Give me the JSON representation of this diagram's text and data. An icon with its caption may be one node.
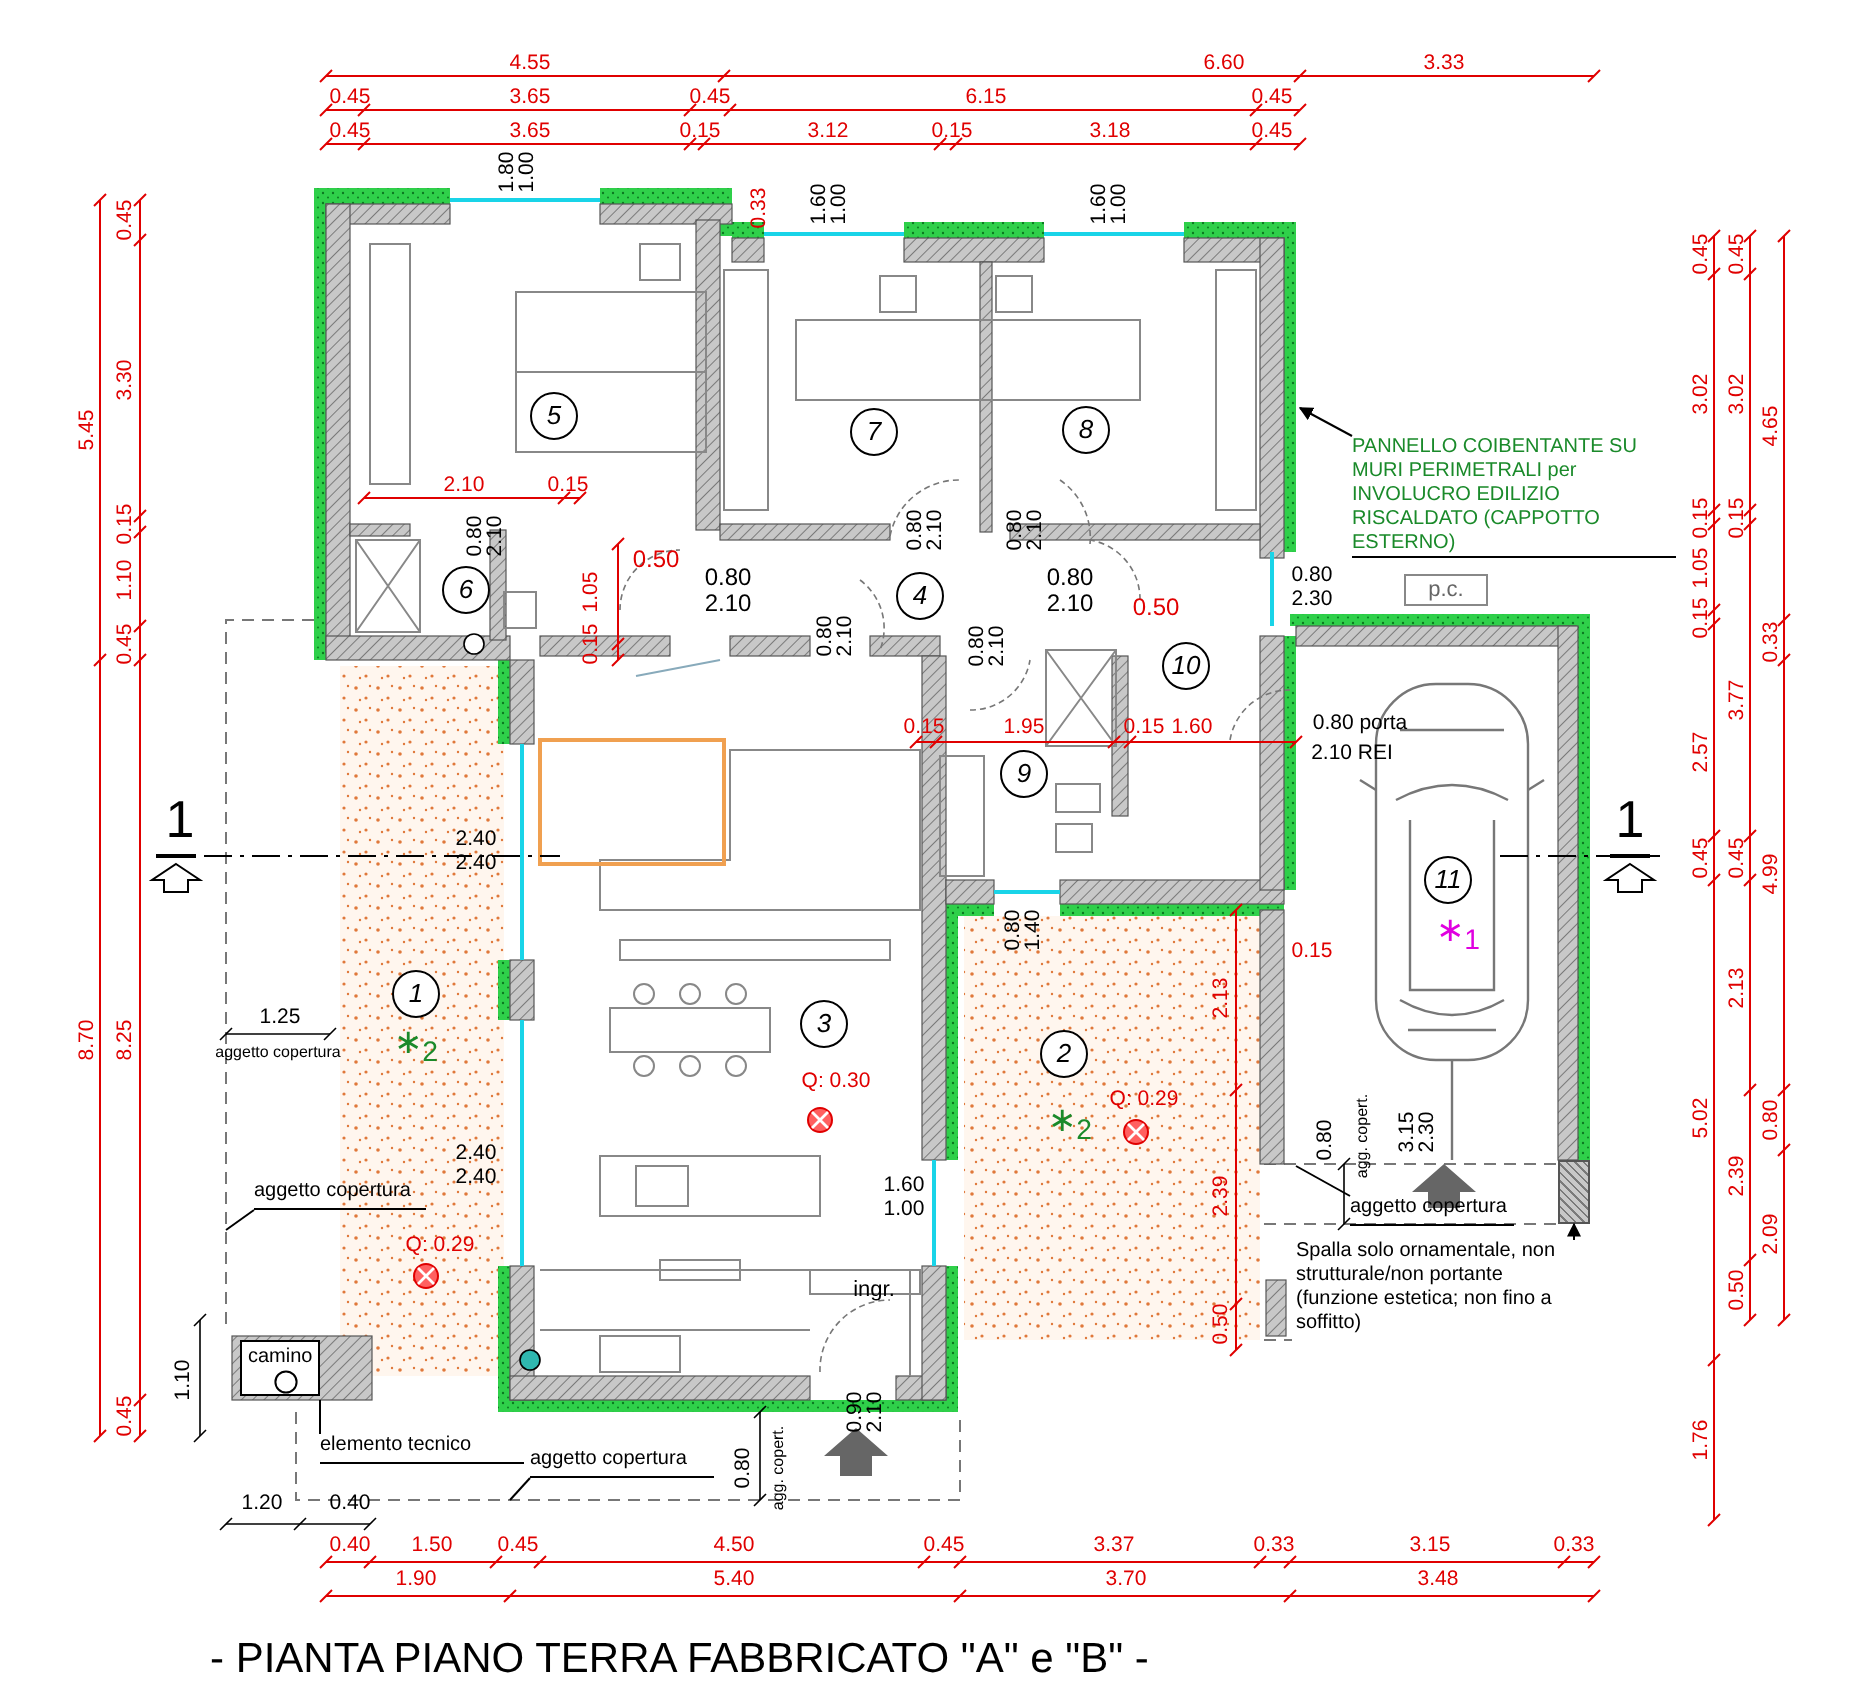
{
  "diagram": {
    "title": "- PIANTA PIANO TERRA FABBRICATO \"A\" e \"B\" -",
    "nodes": [
      {
        "text": [
          "5"
        ]
      },
      {
        "text": [
          "7"
        ]
      },
      {
        "text": [
          "8"
        ]
      },
      {
        "text": [
          "PANNELLO COIBENTANTE SU MURI PERIMETRALI per INVOLUCRO EDILIZIO RISCALDATO (CAPPOTTO ESTERNO)"
        ]
      },
      {
        "text": [
          "6"
        ]
      },
      {
        "text": [
          "4"
        ]
      },
      {
        "text": [
          "10"
        ]
      },
      {
        "text": [
          "p.c."
        ]
      },
      {
        "text": [
          "9"
        ]
      },
      {
        "text": [
          "1"
        ]
      },
      {
        "text": [
          "3"
        ]
      },
      {
        "text": [
          "11"
        ]
      },
      {
        "text": [
          "2"
        ]
      },
      {
        "text": [
          "aggetto copertura"
        ]
      },
      {
        "text": [
          "aggetto copertura"
        ]
      },
      {
        "text": [
          "Spalla solo ornamentale, non strutturale/non portante (funzione estetica; non fino a soffitto)"
        ]
      },
      {
        "text": [
          "camino"
        ]
      },
      {
        "text": [
          "elemento tecnico"
        ]
      },
      {
        "text": [
          "aggetto copertura"
        ]
      },
      {
        "text": [],
        "shape": "box"
      }
    ],
    "edges": [
      {
        "from": 3,
        "to": null,
        "arrow": "to"
      },
      {
        "from": 13,
        "to": null,
        "arrow": "none"
      },
      {
        "from": 14,
        "to": null,
        "arrow": "none"
      },
      {
        "from": 15,
        "to": 19,
        "arrow": "to"
      },
      {
        "from": 17,
        "to": 16,
        "arrow": "none"
      },
      {
        "from": 18,
        "to": null,
        "arrow": "none"
      }
    ],
    "labels": [
      "4.55",
      "6.60",
      "3.33",
      "0.45",
      "3.65",
      "0.45",
      "6.15",
      "0.45",
      "0.45",
      "3.65",
      "0.15",
      "3.12",
      "0.15",
      "3.18",
      "0.45",
      "1.80",
      "1.00",
      "0.33",
      "1.60",
      "1.00",
      "1.60",
      "1.00",
      "5.45",
      "0.45",
      "3.30",
      "0.15",
      "1.10",
      "0.45",
      "1",
      "8.70",
      "8.25",
      "1.25",
      "aggetto copertura",
      "1.10",
      "0.45",
      "0.45",
      "0.45",
      "3.02",
      "3.02",
      "4.65",
      "0.15",
      "0.15",
      "1.05",
      "0.15",
      "0.33",
      "3.77",
      "2.57",
      "1",
      "0.45",
      "0.45",
      "4.99",
      "2.13",
      "5.02",
      "0.80",
      "2.39",
      "2.09",
      "0.50",
      "1.76",
      "2.10",
      "0.15",
      "0.80",
      "2.10",
      "0.50",
      "0.80",
      "2.10",
      "1.05",
      "0.15",
      "0.80",
      "2.10",
      "0.80",
      "2.10",
      "0.80",
      "2.10",
      "0.50",
      "0.80",
      "2.30",
      "0.80",
      "2.10",
      "0.80",
      "2.10",
      "0.15",
      "1.95",
      "0.15",
      "1.60",
      "0.80 porta",
      "2.10 REI",
      "2.40",
      "2.40",
      "0.80",
      "1.40",
      "0.15",
      "∗$_{1}$",
      "∗$_{2}$",
      "Q: 0.30",
      "∗$_{2}$",
      "Q: 0.29",
      "0.80",
      "agg. copert.",
      "3.15",
      "2.30",
      "2.40",
      "2.40",
      "1.60",
      "1.00",
      "Q: 0.29",
      "ingr.",
      "0.90",
      "2.10",
      "0.80",
      "agg. copert.",
      "1.20",
      "0.40",
      "0.40",
      "1.50",
      "0.45",
      "4.50",
      "0.45",
      "3.37",
      "0.33",
      "3.15",
      "0.33",
      "1.90",
      "5.40",
      "3.70",
      "3.48",
      "2.13",
      "2.39",
      "0.50"
    ]
  }
}
